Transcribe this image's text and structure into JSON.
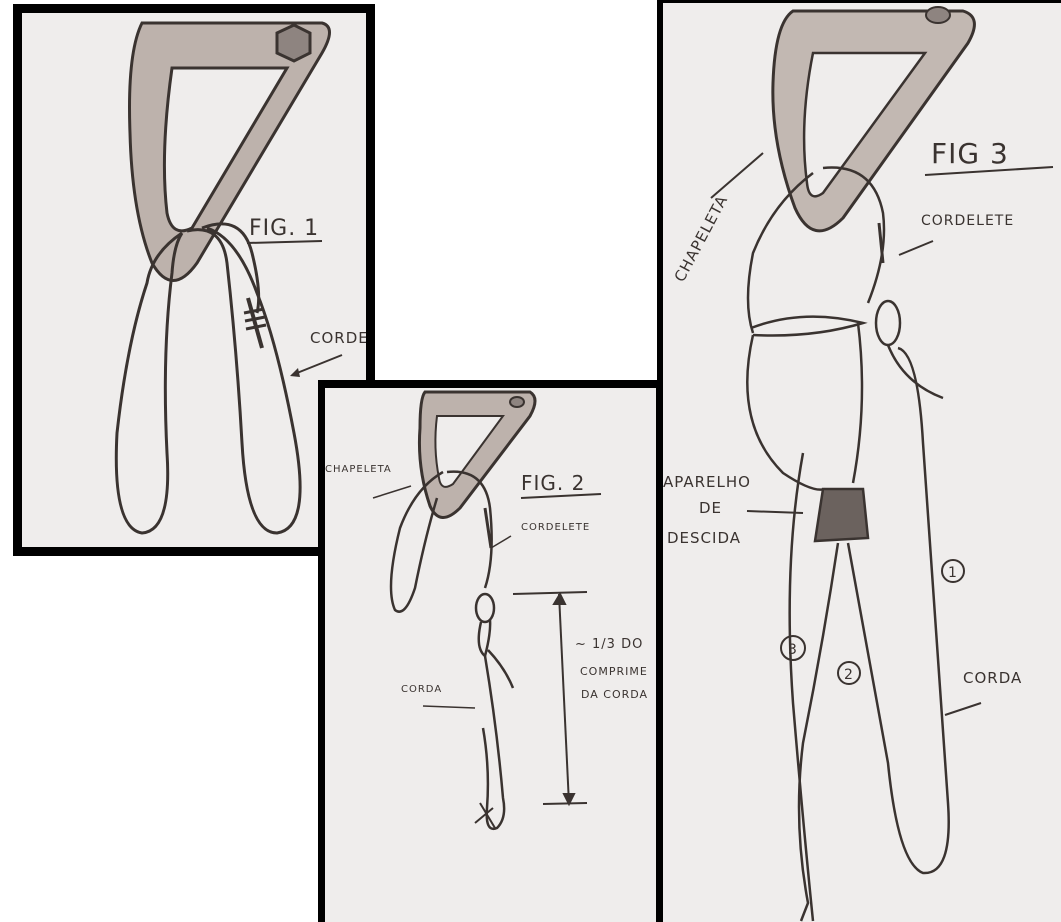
{
  "fig1": {
    "title": "FIG. 1",
    "label_cordelete": "CORDE"
  },
  "fig2": {
    "title": "FIG. 2",
    "label_chapeleta": "CHAPELETA",
    "label_cordelete": "CORDELETE",
    "label_corda": "CORDA",
    "measure_line1": "~ 1/3 DO",
    "measure_line2": "COMPRIME",
    "measure_line3": "DA CORDA"
  },
  "fig3": {
    "title": "FIG 3",
    "label_chapeleta": "CHAPELETA",
    "label_cordelete": "CORDELETE",
    "label_aparelho_1": "APARELHO",
    "label_aparelho_2": "DE",
    "label_aparelho_3": "DESCIDA",
    "label_corda": "CORDA",
    "strand_1": "1",
    "strand_2": "2",
    "strand_3": "3"
  },
  "colors": {
    "paper": "#efedec",
    "pencil": "#3a3330",
    "metal": "#b9aea8",
    "frame": "#000000"
  }
}
